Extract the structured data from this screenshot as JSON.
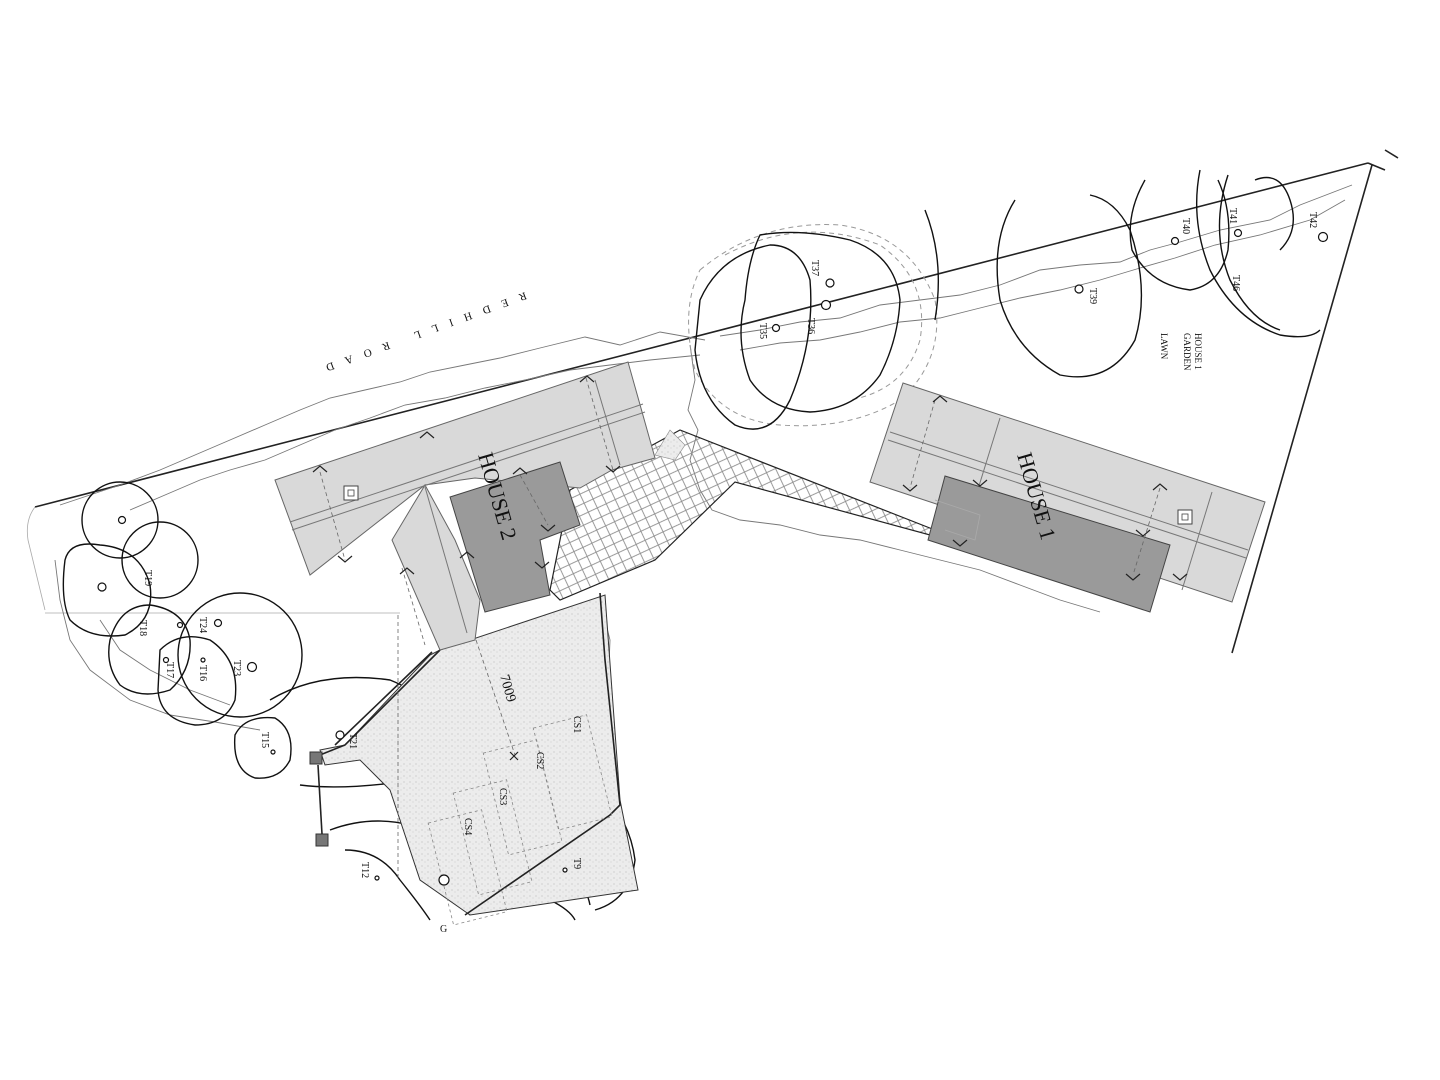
{
  "road_label": "REDHILL ROAD",
  "houses": [
    {
      "label": "HOUSE 1"
    },
    {
      "label": "HOUSE 2"
    }
  ],
  "garden_label": [
    "HOUSE 1",
    "GARDEN",
    "LAWN"
  ],
  "dimension_label": "7009",
  "tree_labels": {
    "t9": "T9",
    "t12": "T12",
    "t15": "T15",
    "t16": "T16",
    "t17": "T17",
    "t18": "T18",
    "t19": "T19",
    "t21": "T21",
    "t23": "T23",
    "t24": "T24",
    "t35": "T35",
    "t36": "T36",
    "t37": "T37",
    "t39": "T39",
    "t40": "T40",
    "t41": "T41",
    "t42": "T42",
    "t46": "T46"
  },
  "parking_labels": {
    "cs1": "CS1",
    "cs2": "CS2",
    "cs3": "CS3",
    "cs4": "CS4"
  },
  "edge_label": "G"
}
